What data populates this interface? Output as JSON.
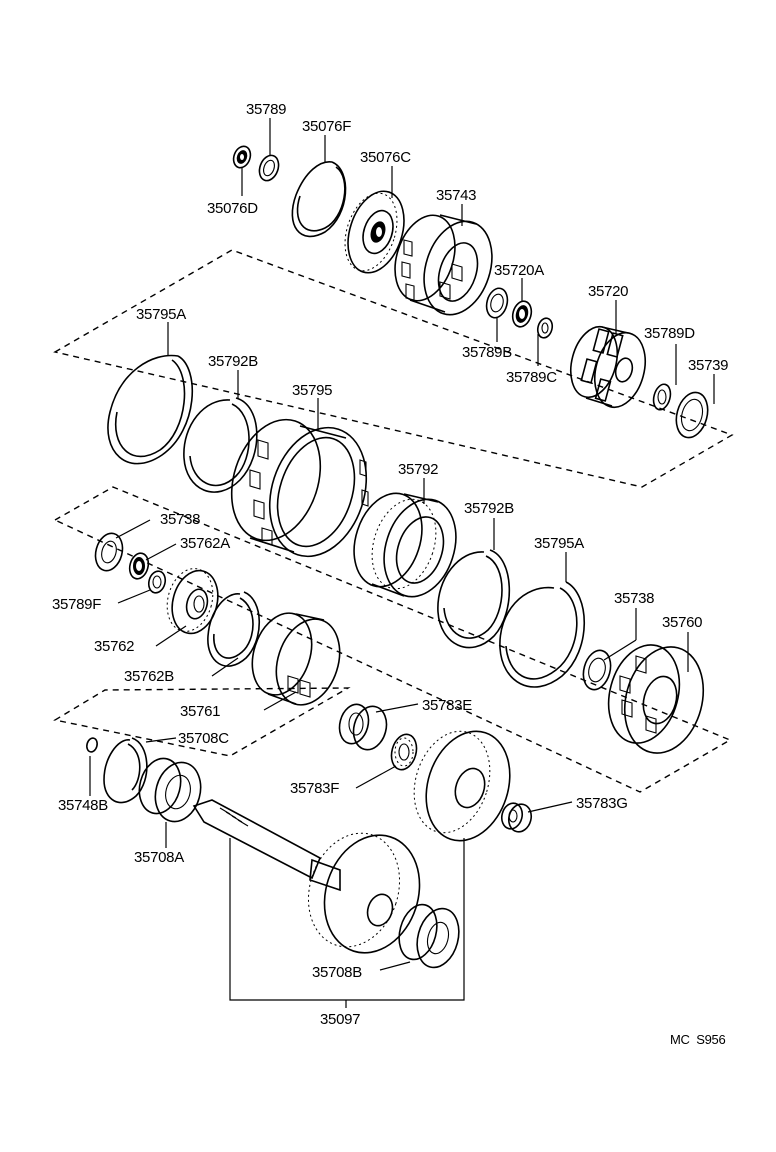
{
  "labels": {
    "p35789": "35789",
    "p35076F": "35076F",
    "p35076C": "35076C",
    "p35076D": "35076D",
    "p35743": "35743",
    "p35720A": "35720A",
    "p35720": "35720",
    "p35789B": "35789B",
    "p35789D": "35789D",
    "p35789C": "35789C",
    "p35739": "35739",
    "p35795A_top": "35795A",
    "p35792B_top": "35792B",
    "p35795": "35795",
    "p35792": "35792",
    "p35738_left": "35738",
    "p35762A": "35762A",
    "p35789F": "35789F",
    "p35762": "35762",
    "p35792B_mid": "35792B",
    "p35795A_mid": "35795A",
    "p35738_right": "35738",
    "p35760": "35760",
    "p35762B": "35762B",
    "p35761": "35761",
    "p35783E": "35783E",
    "p35708C": "35708C",
    "p35783F": "35783F",
    "p35783G": "35783G",
    "p35748B": "35748B",
    "p35708A": "35708A",
    "p35708B": "35708B",
    "p35097": "35097"
  },
  "footer": {
    "code": "MC  S956"
  }
}
